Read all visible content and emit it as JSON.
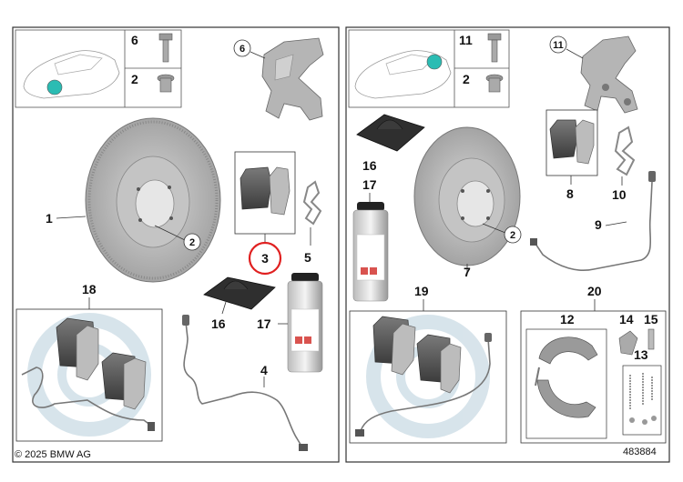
{
  "copyright": "© 2025 BMW AG",
  "diagram_id": "483884",
  "front_panel": {
    "callouts": {
      "disc": "1",
      "bolt_disc": "2",
      "bolt_small": "2",
      "pad_set": "3",
      "spring": "5",
      "bolt_caliper": "6",
      "caliper": "6",
      "sensor": "4",
      "kit": "18",
      "paste": "16",
      "spray": "17"
    }
  },
  "rear_panel": {
    "callouts": {
      "bolt_small": "2",
      "bolt_disc": "2",
      "disc": "7",
      "pad_set": "8",
      "sensor": "9",
      "spring": "10",
      "bolt_caliper": "11",
      "caliper": "11",
      "shoe": "12",
      "spring_pin": "13",
      "adjuster": "14",
      "pin": "15",
      "paste": "16",
      "spray": "17",
      "kit": "19",
      "shoe_kit": "20"
    }
  },
  "colors": {
    "highlight_ring": "#e02020",
    "marker_dot": "#2bbcb3",
    "part_gray": "#a9a9a9",
    "frame": "#333333"
  }
}
